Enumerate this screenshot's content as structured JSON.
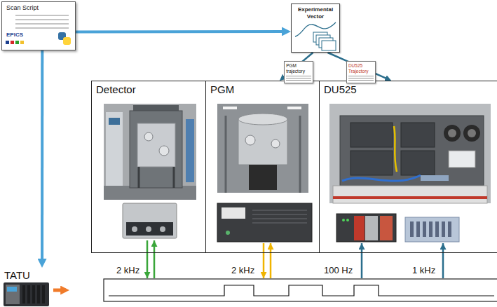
{
  "diagram": {
    "nodes": [
      {
        "text": [
          "Scan Script",
          "EPICS"
        ]
      },
      {
        "text": [
          "Experimental Vector"
        ]
      },
      {
        "text": [
          "Detector"
        ]
      },
      {
        "text": [
          "PGM"
        ]
      },
      {
        "text": [
          "DU525"
        ]
      },
      {
        "text": [
          "TATU"
        ]
      }
    ],
    "edges": [
      {
        "from": 0,
        "to": 1,
        "arrow": "to"
      },
      {
        "from": 0,
        "to": 5,
        "arrow": "to"
      },
      {
        "from": 1,
        "to": 3,
        "arrow": "to",
        "label": "PGM trajectory"
      },
      {
        "from": 1,
        "to": 4,
        "arrow": "to",
        "label": "DU525 Trajectory"
      }
    ],
    "labels": [
      "2 kHz",
      "2 kHz",
      "100 Hz",
      "1 kHz"
    ]
  }
}
